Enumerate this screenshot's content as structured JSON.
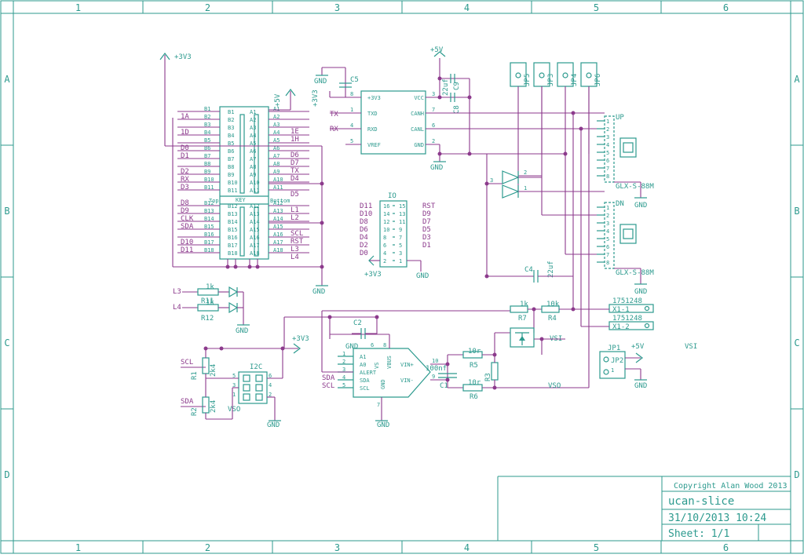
{
  "frame": {
    "columns": [
      "1",
      "2",
      "3",
      "4",
      "5",
      "6"
    ],
    "rows": [
      "A",
      "B",
      "C",
      "D"
    ]
  },
  "title_block": {
    "copyright": "Copyright Alan Wood 2013",
    "title": "ucan-slice",
    "date": "31/10/2013 10:24",
    "sheet": "Sheet: 1/1"
  },
  "key_connector": {
    "b_pins": [
      "B1",
      "B2",
      "B3",
      "B4",
      "B5",
      "B6",
      "B7",
      "B8",
      "B9",
      "B10",
      "B11",
      "B12",
      "B13",
      "B14",
      "B15",
      "B16",
      "B17",
      "B18"
    ],
    "a_pins": [
      "A1",
      "A2",
      "A3",
      "A4",
      "A5",
      "A6",
      "A7",
      "A8",
      "A9",
      "A10",
      "A11",
      "A12",
      "A13",
      "A14",
      "A15",
      "A16",
      "A17",
      "A18"
    ],
    "left_nets": [
      "",
      "1A",
      "",
      "1D",
      "",
      "D0",
      "D1",
      "",
      "D2",
      "RX",
      "D3",
      "D8",
      "D9",
      "CLK",
      "SDA",
      "",
      "D10",
      "D11"
    ],
    "right_nets": [
      "",
      "",
      "1E",
      "1H",
      "",
      "D6",
      "D7",
      "TX",
      "D4",
      "",
      "D5",
      "L1",
      "L2",
      "",
      "SCL",
      "RST",
      "L3",
      "L4"
    ],
    "key_label": "KEY",
    "top_label": "Top",
    "bottom_label": "Bottom",
    "supply": "+3V3",
    "supply_right": "+5V",
    "gnd": "GND"
  },
  "can_chip": {
    "left_pins": [
      {
        "num": "8",
        "name": "+3V3"
      },
      {
        "num": "1",
        "name": "TXD"
      },
      {
        "num": "4",
        "name": "RXD"
      },
      {
        "num": "5",
        "name": "VREF"
      }
    ],
    "right_pins": [
      {
        "num": "3",
        "name": "VCC"
      },
      {
        "num": "7",
        "name": "CANH"
      },
      {
        "num": "6",
        "name": "CANL"
      },
      {
        "num": "2",
        "name": "GND"
      }
    ],
    "net_tx": "TX",
    "net_rx": "RX",
    "supply": "+3V3",
    "c5": "C5",
    "c8": "C8",
    "c9": "C9",
    "c9_value": "22uf",
    "supply_5v": "+5V",
    "gnd": "GND"
  },
  "io_header": {
    "name": "IO",
    "left_pins": [
      "16",
      "14",
      "12",
      "10",
      "8",
      "6",
      "4",
      "2"
    ],
    "right_pins": [
      "15",
      "13",
      "11",
      "9",
      "7",
      "5",
      "3",
      "1"
    ],
    "left_nets": [
      "D11",
      "D10",
      "D8",
      "D6",
      "D4",
      "D2",
      "D0",
      ""
    ],
    "right_nets": [
      "RST",
      "D9",
      "D7",
      "D5",
      "D3",
      "D1",
      "",
      ""
    ],
    "supply": "+3V3",
    "gnd": "GND"
  },
  "jumpers": [
    "JP5",
    "JP3",
    "JP4",
    "JP6"
  ],
  "connectors": [
    {
      "part": "GLX-S-88M",
      "net": "UP"
    },
    {
      "part": "GLX-S-88M",
      "net": "DN"
    }
  ],
  "leds": {
    "nets": [
      "L3",
      "L4"
    ],
    "resistors": [
      "R11",
      "R12"
    ],
    "values": [
      "1k",
      "1k"
    ],
    "gnd": "GND"
  },
  "i2c": {
    "name": "I2C",
    "pins_left": [
      "5",
      "3",
      "1"
    ],
    "pins_right": [
      "6",
      "4",
      "2"
    ],
    "nets": [
      "SCL",
      "SDA"
    ],
    "resistors": [
      "R1",
      "R2"
    ],
    "values": [
      "2k4",
      "2k4"
    ],
    "vso": "VSO",
    "gnd": "GND"
  },
  "monitor_chip": {
    "left_pins": [
      {
        "num": "1",
        "name": "A1"
      },
      {
        "num": "2",
        "name": "A0"
      },
      {
        "num": "3",
        "name": "ALERT"
      },
      {
        "num": "4",
        "name": "SDA"
      },
      {
        "num": "5",
        "name": "SCL"
      }
    ],
    "top_pins": [
      {
        "num": "6",
        "name": "VS"
      },
      {
        "num": "8",
        "name": "VBUS"
      }
    ],
    "right_pins": [
      {
        "num": "10",
        "name": "VIN+"
      },
      {
        "num": "9",
        "name": "VIN-"
      }
    ],
    "bottom_pin": {
      "num": "7",
      "name": "GND"
    },
    "nets_left": [
      "SDA",
      "SCL"
    ],
    "supply": "+3V3",
    "c2": "C2",
    "c1": "C1",
    "c1_value": "100nf",
    "r5": "R5",
    "r5_value": "10r",
    "r6": "R6",
    "r6_value": "10r",
    "r3": "R3",
    "gnd": "GND"
  },
  "power": {
    "r7": "R7",
    "r7_value": "1k",
    "r4": "R4",
    "r4_value": "10k",
    "c4": "C4",
    "c4_value": "22uf",
    "x1": [
      "1751248",
      "1751248"
    ],
    "x1_pins": [
      "X1-1",
      "X1-2"
    ],
    "vsi": "VSI",
    "vso": "VSO",
    "jp1": "JP1",
    "jp2": "JP2",
    "jp1_supply": "+5V",
    "gnd": "GND",
    "vsi_label": "VSI"
  }
}
